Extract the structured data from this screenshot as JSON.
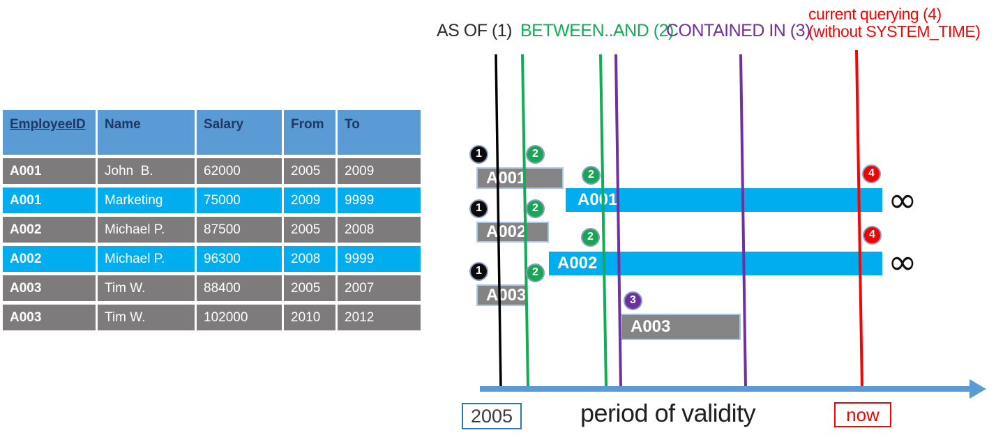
{
  "table": {
    "headers": [
      "EmployeeID",
      "Name",
      "Salary",
      "From",
      "To"
    ],
    "rows": [
      {
        "employee_id": "A001",
        "name": "John  B.",
        "salary": "62000",
        "from": "2005",
        "to": "2009",
        "highlight": false
      },
      {
        "employee_id": "A001",
        "name": "Marketing",
        "salary": "75000",
        "from": "2009",
        "to": "9999",
        "highlight": true
      },
      {
        "employee_id": "A002",
        "name": "Michael P.",
        "salary": "87500",
        "from": "2005",
        "to": "2008",
        "highlight": false
      },
      {
        "employee_id": "A002",
        "name": "Michael P.",
        "salary": "96300",
        "from": "2008",
        "to": "9999",
        "highlight": true
      },
      {
        "employee_id": "A003",
        "name": "Tim W.",
        "salary": "88400",
        "from": "2005",
        "to": "2007",
        "highlight": false
      },
      {
        "employee_id": "A003",
        "name": "Tim W.",
        "salary": "102000",
        "from": "2010",
        "to": "2012",
        "highlight": false
      }
    ]
  },
  "legend": {
    "as_of": "AS OF (1)",
    "between_and": "BETWEEN..AND (2)",
    "contained_in": "CONTAINED IN (3)",
    "current_querying_line1": "current querying (4)",
    "current_querying_line2": "(without SYSTEM_TIME)"
  },
  "diagram": {
    "bars": [
      {
        "label": "A001",
        "type": "gray"
      },
      {
        "label": "A001",
        "type": "cyan"
      },
      {
        "label": "A002",
        "type": "gray"
      },
      {
        "label": "A002",
        "type": "cyan"
      },
      {
        "label": "A003",
        "type": "gray"
      },
      {
        "label": "A003",
        "type": "gray"
      }
    ],
    "badges": [
      {
        "n": "1",
        "color": "black"
      },
      {
        "n": "2",
        "color": "green"
      },
      {
        "n": "2",
        "color": "green"
      },
      {
        "n": "1",
        "color": "black"
      },
      {
        "n": "2",
        "color": "green"
      },
      {
        "n": "2",
        "color": "green"
      },
      {
        "n": "1",
        "color": "black"
      },
      {
        "n": "2",
        "color": "green"
      },
      {
        "n": "3",
        "color": "purple"
      },
      {
        "n": "4",
        "color": "red"
      },
      {
        "n": "4",
        "color": "red"
      }
    ],
    "infinity_symbol": "∞"
  },
  "timeline": {
    "start_label": "2005",
    "axis_label": "period of validity",
    "now_label": "now"
  },
  "colors": {
    "header_blue": "#5B9BD5",
    "header_text": "#1F3864",
    "row_gray": "#7D7B7B",
    "row_cyan": "#00AEEF",
    "bar_gray": "#848484",
    "bar_border": "#A9C7E7",
    "line_black": "#000000",
    "line_green": "#12AC56",
    "line_purple": "#7030A0",
    "line_red": "#FF0000",
    "timeline_blue": "#5B9BD5",
    "badge_ring": "#8B9DC0"
  }
}
